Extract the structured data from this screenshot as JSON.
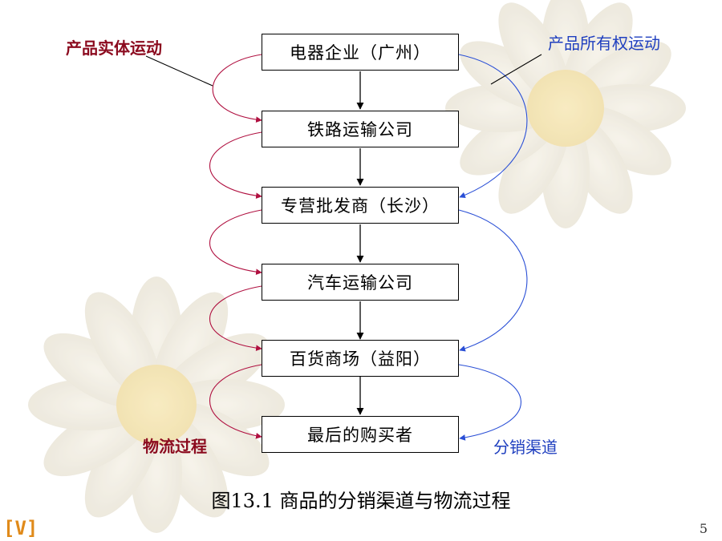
{
  "diagram": {
    "nodes": [
      {
        "id": "n1",
        "label": "电器企业（广州）"
      },
      {
        "id": "n2",
        "label": "铁路运输公司"
      },
      {
        "id": "n3",
        "label": "专营批发商（长沙）"
      },
      {
        "id": "n4",
        "label": "汽车运输公司"
      },
      {
        "id": "n5",
        "label": "百货商场（益阳）"
      },
      {
        "id": "n6",
        "label": "最后的购买者"
      }
    ],
    "labels": {
      "physical_flow": "产品实体运动",
      "ownership_flow": "产品所有权运动",
      "logistics": "物流过程",
      "distribution_channel": "分销渠道"
    },
    "colors": {
      "physical": "#b01040",
      "ownership": "#2a4fd6",
      "label_red": "#8b0a1e",
      "label_blue": "#1f3fbf"
    }
  },
  "caption": "图13.1  商品的分销渠道与物流过程",
  "page_number": "5",
  "logo_text": "[V]"
}
